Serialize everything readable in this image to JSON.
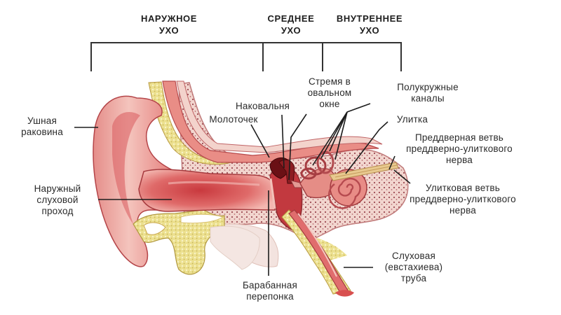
{
  "diagram": {
    "type": "anatomical-diagram",
    "subject": "human ear cross-section",
    "sections": [
      {
        "line1": "НАРУЖНОЕ",
        "line2": "УХО"
      },
      {
        "line1": "СРЕДНЕЕ",
        "line2": "УХО"
      },
      {
        "line1": "ВНУТРЕННЕЕ",
        "line2": "УХО"
      }
    ],
    "labels": {
      "pinna": {
        "lines": [
          "Ушная",
          "раковина"
        ]
      },
      "ear_canal": {
        "lines": [
          "Наружный",
          "слуховой",
          "проход"
        ]
      },
      "malleus": {
        "lines": [
          "Молоточек"
        ]
      },
      "incus": {
        "lines": [
          "Наковальня"
        ]
      },
      "stapes": {
        "lines": [
          "Стремя в",
          "овальном",
          "окне"
        ]
      },
      "semicircular_canals": {
        "lines": [
          "Полукружные",
          "каналы"
        ]
      },
      "cochlea": {
        "lines": [
          "Улитка"
        ]
      },
      "vestibular_nerve": {
        "lines": [
          "Преддверная ветвь",
          "преддверно-улиткового",
          "нерва"
        ]
      },
      "cochlear_nerve": {
        "lines": [
          "Улитковая ветвь",
          "преддверно-улиткового",
          "нерва"
        ]
      },
      "eustachian_tube": {
        "lines": [
          "Слуховая",
          "(евстахиева)",
          "труба"
        ]
      },
      "eardrum": {
        "lines": [
          "Барабанная",
          "перепонка"
        ]
      }
    },
    "colors": {
      "tissue": "#d9585a",
      "tissue_light": "#f2b3ae",
      "cartilage": "#e9dc8e",
      "bone": "#f0d5cf",
      "leader_lines": "#222222",
      "nerve": "#d8b47c"
    }
  }
}
